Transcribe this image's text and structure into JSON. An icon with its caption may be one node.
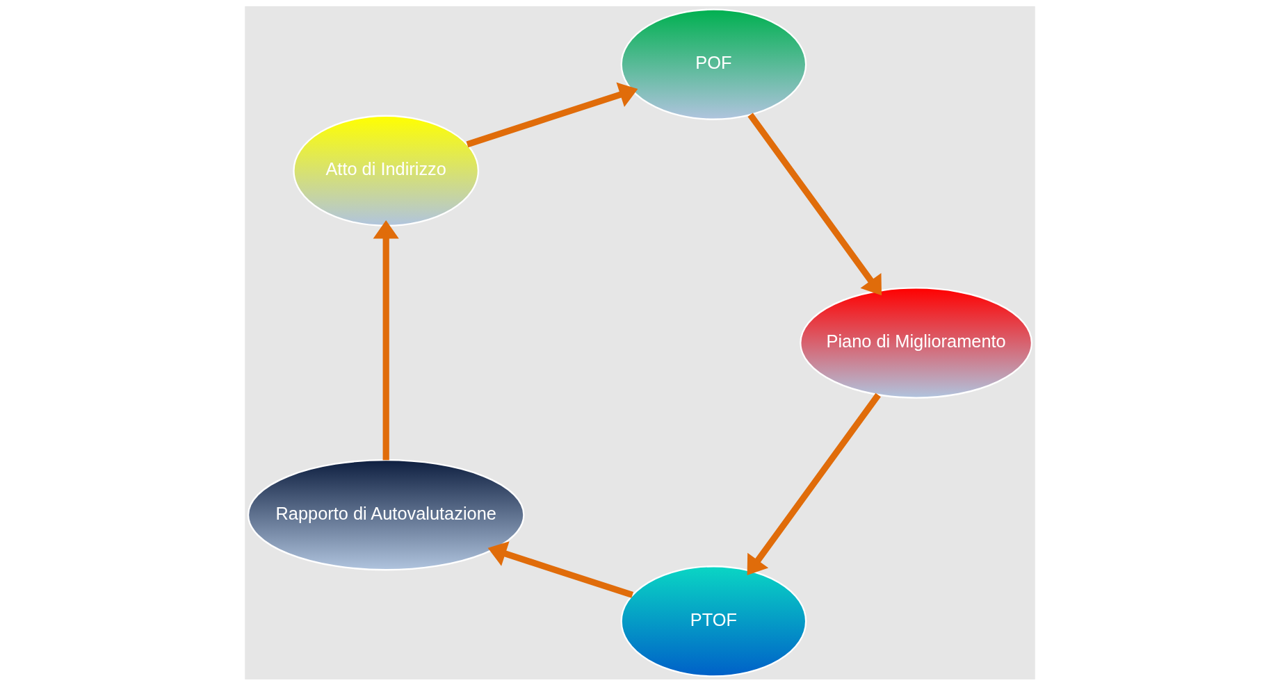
{
  "diagram": {
    "nodes": [
      {
        "text": [
          "PTOF"
        ]
      },
      {
        "text": [
          "Rapporto di Autovalutazione"
        ]
      },
      {
        "text": [
          "Atto di Indirizzo"
        ]
      },
      {
        "text": [
          "POF"
        ]
      },
      {
        "text": [
          "Piano di Miglioramento"
        ]
      }
    ],
    "edges": [
      {
        "from": 0,
        "to": 1,
        "arrow": "to"
      },
      {
        "from": 1,
        "to": 2,
        "arrow": "to"
      },
      {
        "from": 2,
        "to": 3,
        "arrow": "to"
      },
      {
        "from": 3,
        "to": 4,
        "arrow": "to"
      },
      {
        "from": 4,
        "to": 0,
        "arrow": "to"
      }
    ]
  }
}
